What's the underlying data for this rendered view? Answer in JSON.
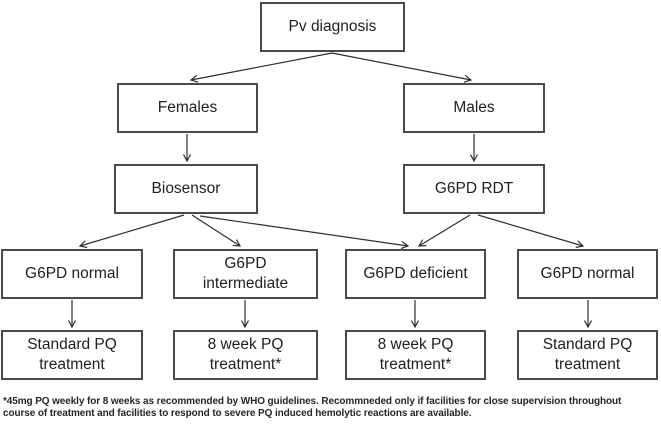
{
  "figure": {
    "type": "flowchart",
    "background": "#ffffff"
  },
  "nodes": {
    "pv_diagnosis": {
      "label": "Pv diagnosis"
    },
    "females": {
      "label": "Females"
    },
    "males": {
      "label": "Males"
    },
    "biosensor": {
      "label": "Biosensor"
    },
    "g6pd_rdt": {
      "label": "G6PD RDT"
    },
    "g6pd_normal_left": {
      "label": "G6PD normal"
    },
    "g6pd_intermediate": {
      "label": "G6PD\nintermediate"
    },
    "g6pd_deficient": {
      "label": "G6PD deficient"
    },
    "g6pd_normal_right": {
      "label": "G6PD normal"
    },
    "standard_pq_left": {
      "label": "Standard PQ\ntreatment"
    },
    "eight_week_pq_left": {
      "label": "8 week PQ\ntreatment*"
    },
    "eight_week_pq_right": {
      "label": "8 week PQ\ntreatment*"
    },
    "standard_pq_right": {
      "label": "Standard PQ\ntreatment"
    }
  },
  "edges": [
    "pv_diagnosis->females",
    "pv_diagnosis->males",
    "females->biosensor",
    "males->g6pd_rdt",
    "biosensor->g6pd_normal_left",
    "biosensor->g6pd_intermediate",
    "biosensor->g6pd_deficient",
    "g6pd_rdt->g6pd_deficient",
    "g6pd_rdt->g6pd_normal_right",
    "g6pd_normal_left->standard_pq_left",
    "g6pd_intermediate->eight_week_pq_left",
    "g6pd_deficient->eight_week_pq_right",
    "g6pd_normal_right->standard_pq_right"
  ],
  "footnote": {
    "lines": [
      "*45mg PQ weekly for 8 weeks as recommended by WHO guidelines. Recommneded only if facilities for close supervision throughout",
      "course of treatment and facilities to respond to severe PQ induced hemolytic reactions are available."
    ]
  },
  "colors": {
    "box_border": "#4a4a4a",
    "box_text": "#1f1f1f",
    "arrow": "#2e2e2e",
    "footnote_text": "#262626",
    "background": "#ffffff"
  }
}
